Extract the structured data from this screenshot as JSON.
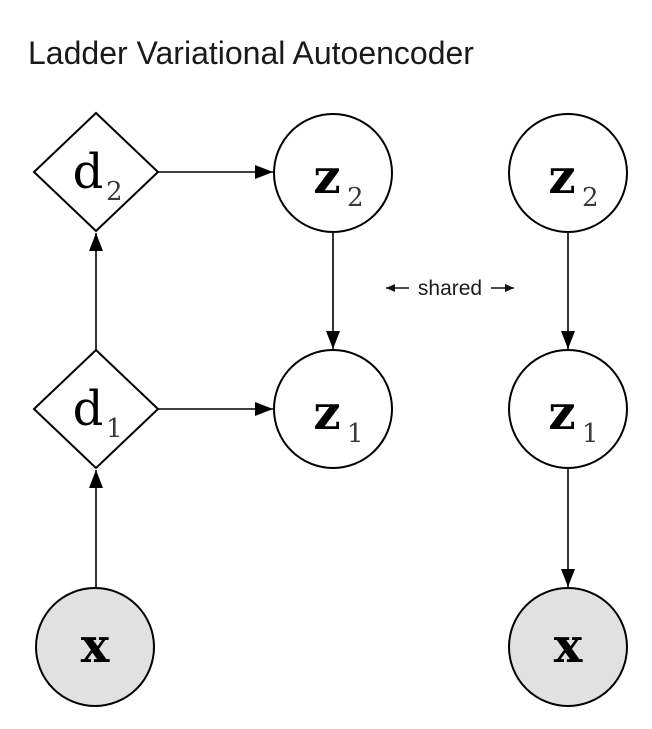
{
  "title": "Ladder Variational Autoencoder",
  "shared": {
    "label": "shared"
  },
  "colors": {
    "stroke": "#000000",
    "node_fill": "#ffffff",
    "observed_fill": "#e1e1e1",
    "text": "#1a1a1a",
    "subscript": "#3a3a3a"
  },
  "nodes": {
    "d2": {
      "label": "d",
      "sub": "2",
      "shape": "diamond",
      "filled": false
    },
    "d1": {
      "label": "d",
      "sub": "1",
      "shape": "diamond",
      "filled": false
    },
    "z2_left": {
      "label": "z",
      "sub": "2",
      "shape": "circle",
      "filled": false
    },
    "z1_left": {
      "label": "z",
      "sub": "1",
      "shape": "circle",
      "filled": false
    },
    "x_left": {
      "label": "x",
      "shape": "circle",
      "filled": true
    },
    "z2_right": {
      "label": "z",
      "sub": "2",
      "shape": "circle",
      "filled": false
    },
    "z1_right": {
      "label": "z",
      "sub": "1",
      "shape": "circle",
      "filled": false
    },
    "x_right": {
      "label": "x",
      "shape": "circle",
      "filled": true
    }
  },
  "edges": [
    {
      "from": "x_left",
      "to": "d1"
    },
    {
      "from": "d1",
      "to": "d2"
    },
    {
      "from": "d2",
      "to": "z2_left"
    },
    {
      "from": "d1",
      "to": "z1_left"
    },
    {
      "from": "z2_left",
      "to": "z1_left"
    },
    {
      "from": "z2_right",
      "to": "z1_right"
    },
    {
      "from": "z1_right",
      "to": "x_right"
    }
  ]
}
